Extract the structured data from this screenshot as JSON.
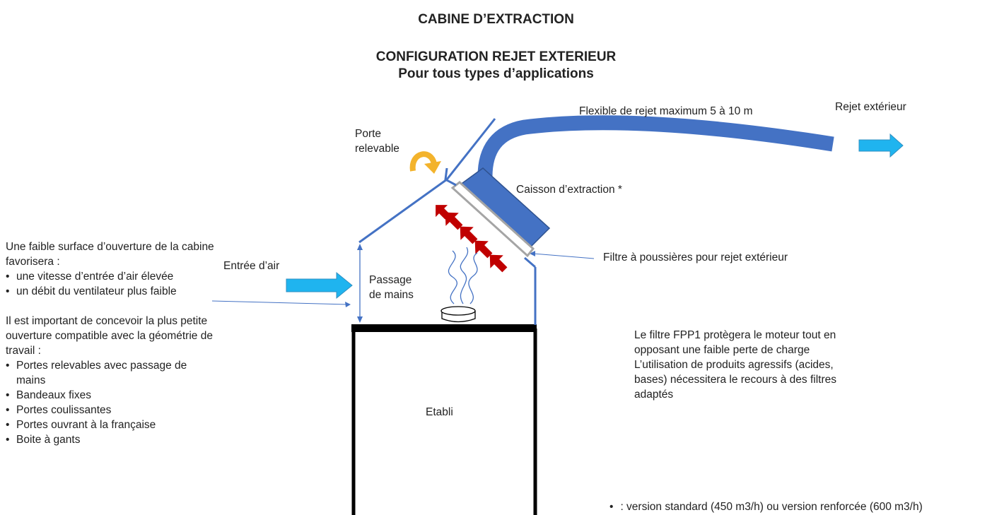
{
  "titles": {
    "main": "CABINE D’EXTRACTION",
    "sub1": "CONFIGURATION REJET EXTERIEUR",
    "sub2": "Pour tous types d’applications"
  },
  "labels": {
    "flexible": "Flexible de rejet maximum 5 à 10 m",
    "rejet": "Rejet extérieur",
    "porte": "Porte\nrelevable",
    "caisson": "Caisson d’extraction *",
    "filtre": "Filtre à poussières pour rejet extérieur",
    "entree": "Entrée d’air",
    "passage": "Passage\nde mains",
    "etabli": "Etabli"
  },
  "left_text": {
    "intro": "Une faible surface d’ouverture de la cabine favorisera :",
    "intro_items": [
      "une vitesse d’entrée d’air élevée",
      "un débit du ventilateur plus faible"
    ],
    "second": "Il est important de concevoir la plus petite ouverture compatible avec la géométrie de travail :",
    "second_items": [
      "Portes relevables avec passage de mains",
      "Bandeaux fixes",
      "Portes coulissantes",
      "Portes ouvrant à la française",
      "Boite à gants"
    ]
  },
  "right_text": {
    "para": "Le filtre FPP1 protègera le moteur tout en opposant une faible perte de charge\nL’utilisation de produits agressifs (acides, bases) nécessitera le recours à des filtres adaptés"
  },
  "footnote": ": version standard (450 m3/h) ou version renforcée (600 m3/h)",
  "colors": {
    "structure": "#4472c4",
    "duct": "#4472c4",
    "air_arrow": "#1fb4ef",
    "dust_arrow": "#c00000",
    "rotate_arrow": "#f3b32c",
    "bench": "#000000"
  }
}
